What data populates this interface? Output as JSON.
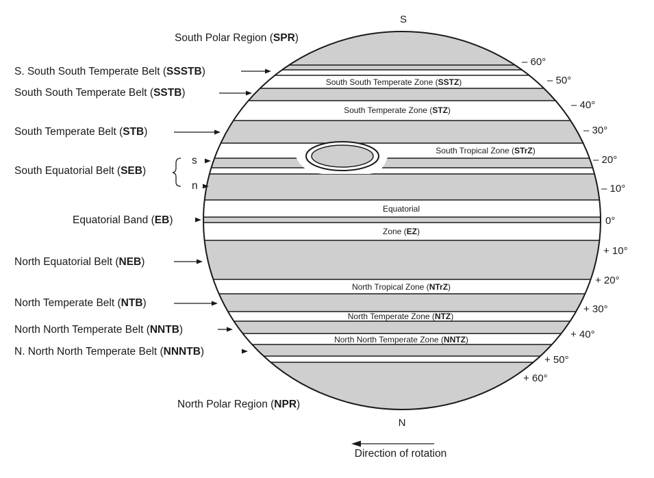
{
  "poles": {
    "south": "S",
    "north": "N"
  },
  "colors": {
    "belt": "#cfcfcf",
    "zone": "#ffffff",
    "ink": "#1a1a1a"
  },
  "labels": [
    {
      "id": "spr",
      "pre": "South Polar Region (",
      "abbr": "SPR",
      "post": ")"
    },
    {
      "id": "ssstb",
      "pre": "S. South South Temperate Belt (",
      "abbr": "SSSTB",
      "post": ")"
    },
    {
      "id": "sstb",
      "pre": "South South Temperate Belt (",
      "abbr": "SSTB",
      "post": ")"
    },
    {
      "id": "stb",
      "pre": "South Temperate Belt (",
      "abbr": "STB",
      "post": ")"
    },
    {
      "id": "seb",
      "pre": "South Equatorial Belt (",
      "abbr": "SEB",
      "post": ")"
    },
    {
      "id": "eb",
      "pre": "Equatorial Band (",
      "abbr": "EB",
      "post": ")"
    },
    {
      "id": "neb",
      "pre": "North Equatorial Belt (",
      "abbr": "NEB",
      "post": ")"
    },
    {
      "id": "ntb",
      "pre": "North Temperate Belt (",
      "abbr": "NTB",
      "post": ")"
    },
    {
      "id": "nntb",
      "pre": "North North Temperate Belt (",
      "abbr": "NNTB",
      "post": ")"
    },
    {
      "id": "nnntb",
      "pre": "N. North North Temperate Belt (",
      "abbr": "NNNTB",
      "post": ")"
    },
    {
      "id": "npr",
      "pre": "North Polar Region (",
      "abbr": "NPR",
      "post": ")"
    }
  ],
  "seb_parts": {
    "south": "s",
    "north": "n"
  },
  "zones": [
    {
      "id": "sstz",
      "pre": "South South Temperate Zone (",
      "abbr": "SSTZ",
      "post": ")"
    },
    {
      "id": "stz",
      "pre": "South Temperate Zone (",
      "abbr": "STZ",
      "post": ")"
    },
    {
      "id": "strz",
      "pre": "South Tropical Zone (",
      "abbr": "STrZ",
      "post": ")"
    },
    {
      "id": "ez1",
      "pre": "Equatorial",
      "abbr": "",
      "post": ""
    },
    {
      "id": "ez2",
      "pre": "Zone (",
      "abbr": "EZ",
      "post": ")"
    },
    {
      "id": "ntrz",
      "pre": "North Tropical Zone (",
      "abbr": "NTrZ",
      "post": ")"
    },
    {
      "id": "ntz",
      "pre": "North Temperate Zone (",
      "abbr": "NTZ",
      "post": ")"
    },
    {
      "id": "nntz",
      "pre": "North North Temperate Zone (",
      "abbr": "NNTZ",
      "post": ")"
    }
  ],
  "latitudes": [
    "– 60°",
    "– 50°",
    "– 40°",
    "– 30°",
    "– 20°",
    "– 10°",
    "0°",
    "+ 10°",
    "+ 20°",
    "+ 30°",
    "+ 40°",
    "+ 50°",
    "+ 60°"
  ],
  "rotation_caption": "Direction of rotation"
}
